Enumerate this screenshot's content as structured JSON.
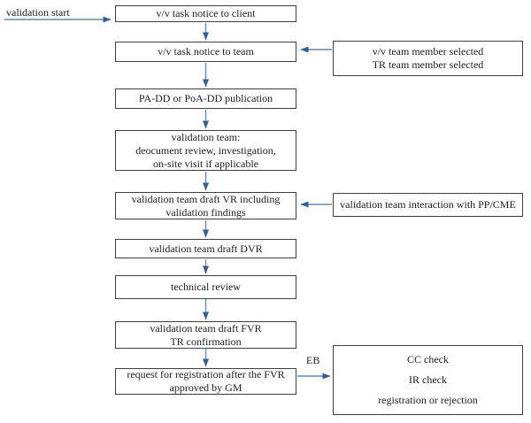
{
  "flow": {
    "start_label": "validation start",
    "main_nodes": [
      {
        "name": "task-notice-client",
        "lines": [
          "v/v task notice to client"
        ]
      },
      {
        "name": "task-notice-team",
        "lines": [
          "v/v task notice to team"
        ]
      },
      {
        "name": "pa-dd-publication",
        "lines": [
          "PA-DD or PoA-DD publication"
        ]
      },
      {
        "name": "validation-team-activities",
        "lines": [
          "validation team:",
          "deocument review, investigation,",
          "on-site visit if applicable"
        ]
      },
      {
        "name": "draft-vr",
        "lines": [
          "validation team draft VR including",
          "validation findings"
        ]
      },
      {
        "name": "draft-dvr",
        "lines": [
          "validation team draft DVR"
        ]
      },
      {
        "name": "technical-review",
        "lines": [
          "technical review"
        ]
      },
      {
        "name": "draft-fvr",
        "lines": [
          "validation team draft FVR",
          "TR confirmation"
        ]
      },
      {
        "name": "request-registration",
        "lines": [
          "request for registration after the FVR",
          "approved by GM"
        ]
      }
    ],
    "side_nodes": [
      {
        "name": "team-member-selected",
        "lines": [
          "v/v team member selected",
          "TR team member selected"
        ]
      },
      {
        "name": "pp-cme-interaction",
        "lines": [
          "validation team interaction with PP/CME"
        ]
      },
      {
        "name": "registration-check",
        "lines": [
          "CC check",
          "IR check",
          "registration or rejection"
        ]
      }
    ],
    "edge_labels": {
      "eb": "EB"
    },
    "colors": {
      "arrow_shaft": "#5d8bc4",
      "arrow_head": "#2f5f9e",
      "box_border": "#3f3f3f",
      "text": "#1c1c24",
      "background": "#ffffff"
    }
  }
}
